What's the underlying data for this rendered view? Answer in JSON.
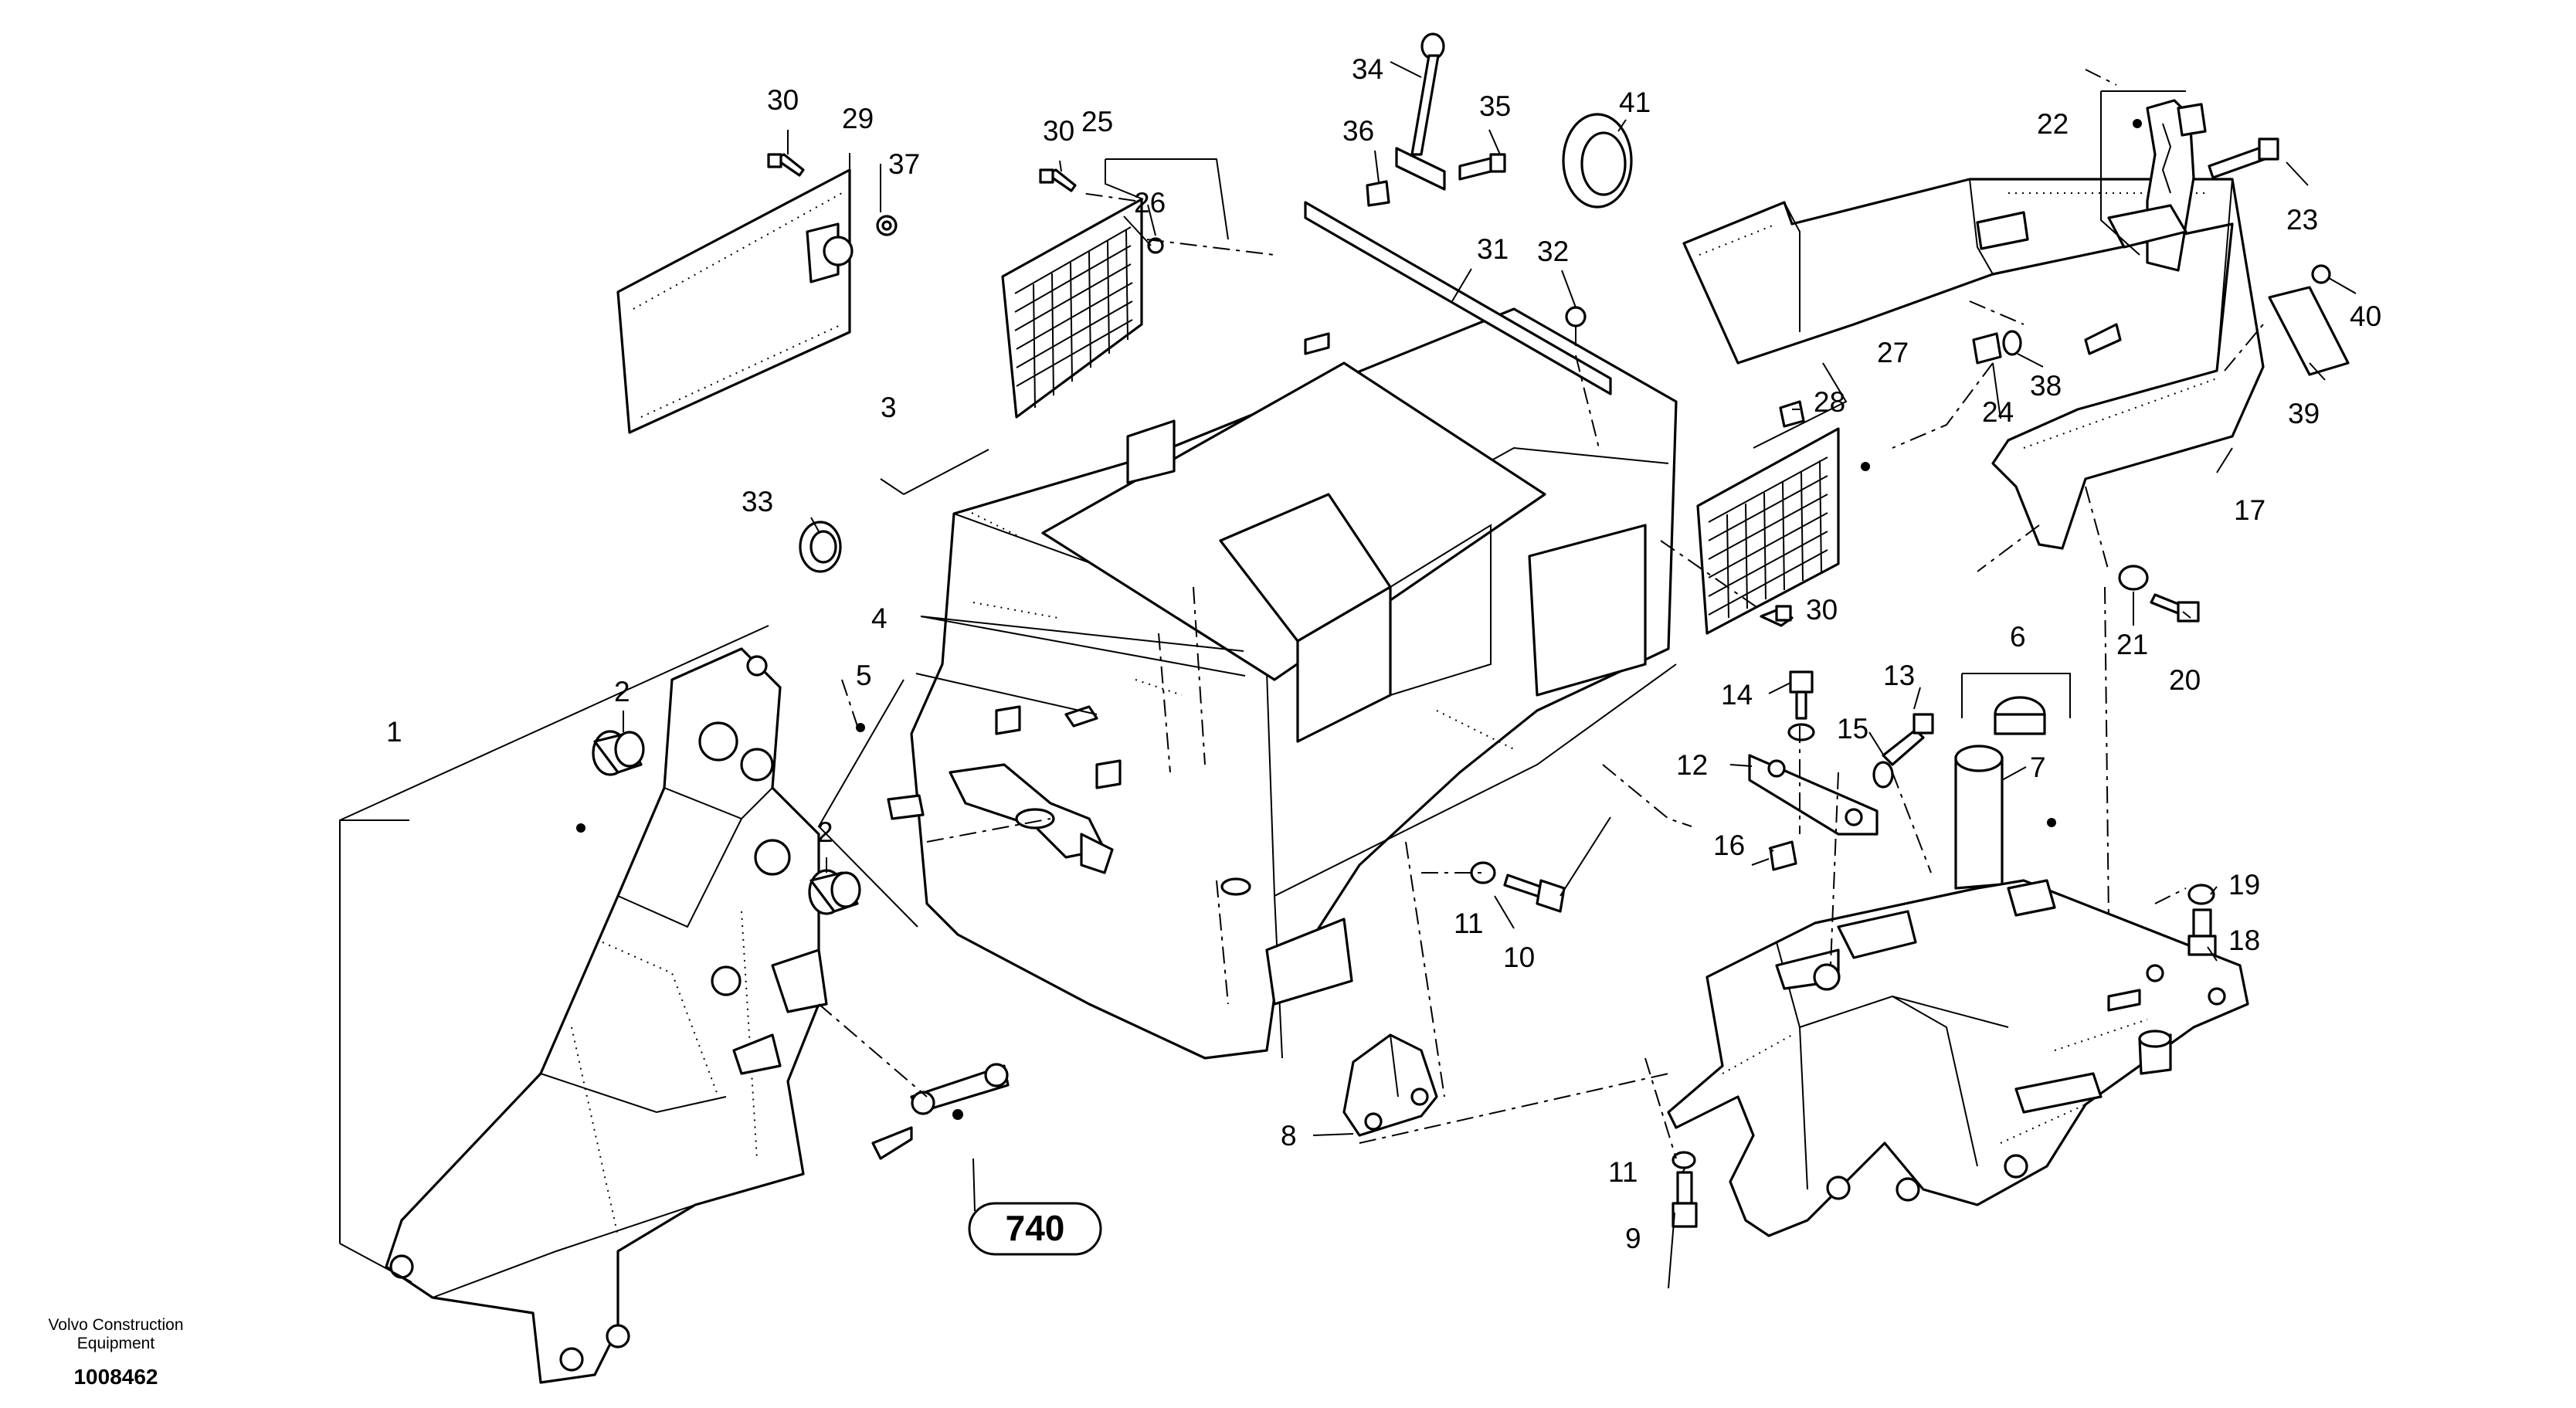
{
  "callouts": [
    {
      "id": "c1",
      "text": "1"
    },
    {
      "id": "c2a",
      "text": "2"
    },
    {
      "id": "c2b",
      "text": "2"
    },
    {
      "id": "c3",
      "text": "3"
    },
    {
      "id": "c4",
      "text": "4"
    },
    {
      "id": "c5",
      "text": "5"
    },
    {
      "id": "c6",
      "text": "6"
    },
    {
      "id": "c7",
      "text": "7"
    },
    {
      "id": "c8",
      "text": "8"
    },
    {
      "id": "c9",
      "text": "9"
    },
    {
      "id": "c10",
      "text": "10"
    },
    {
      "id": "c11a",
      "text": "11"
    },
    {
      "id": "c11b",
      "text": "11"
    },
    {
      "id": "c12",
      "text": "12"
    },
    {
      "id": "c13",
      "text": "13"
    },
    {
      "id": "c14",
      "text": "14"
    },
    {
      "id": "c15",
      "text": "15"
    },
    {
      "id": "c16",
      "text": "16"
    },
    {
      "id": "c17",
      "text": "17"
    },
    {
      "id": "c18",
      "text": "18"
    },
    {
      "id": "c19",
      "text": "19"
    },
    {
      "id": "c20",
      "text": "20"
    },
    {
      "id": "c21",
      "text": "21"
    },
    {
      "id": "c22",
      "text": "22"
    },
    {
      "id": "c23",
      "text": "23"
    },
    {
      "id": "c24",
      "text": "24"
    },
    {
      "id": "c25",
      "text": "25"
    },
    {
      "id": "c26",
      "text": "26"
    },
    {
      "id": "c27",
      "text": "27"
    },
    {
      "id": "c28",
      "text": "28"
    },
    {
      "id": "c29",
      "text": "29"
    },
    {
      "id": "c30a",
      "text": "30"
    },
    {
      "id": "c30b",
      "text": "30"
    },
    {
      "id": "c30c",
      "text": "30"
    },
    {
      "id": "c31",
      "text": "31"
    },
    {
      "id": "c32",
      "text": "32"
    },
    {
      "id": "c33",
      "text": "33"
    },
    {
      "id": "c34",
      "text": "34"
    },
    {
      "id": "c35",
      "text": "35"
    },
    {
      "id": "c36",
      "text": "36"
    },
    {
      "id": "c37",
      "text": "37"
    },
    {
      "id": "c38",
      "text": "38"
    },
    {
      "id": "c39",
      "text": "39"
    },
    {
      "id": "c40",
      "text": "40"
    },
    {
      "id": "c41",
      "text": "41"
    }
  ],
  "reference_badge": "740",
  "footer": {
    "company_line1": "Volvo Construction",
    "company_line2": "Equipment",
    "document_number": "1008462"
  }
}
